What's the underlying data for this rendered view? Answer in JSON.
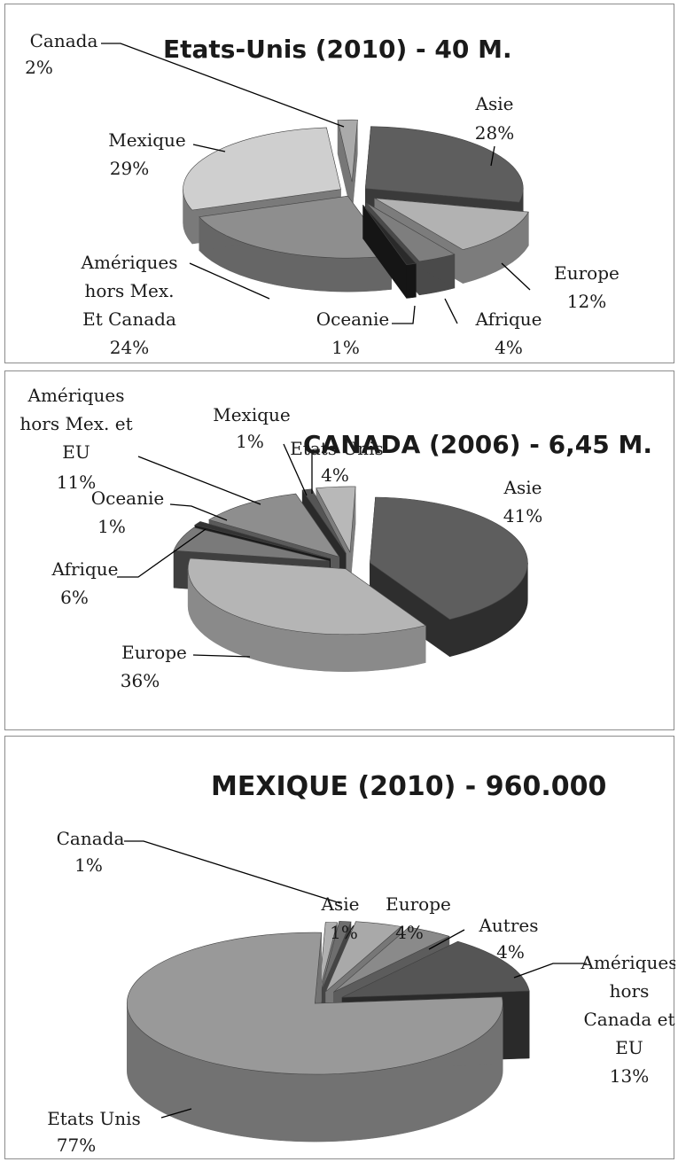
{
  "chart_data": [
    {
      "type": "pie",
      "title": "Etats-Unis (2010) - 40 M.",
      "slices": [
        {
          "label": [
            "Asie"
          ],
          "pct": "28%",
          "value": 28,
          "color": "#5e5e5e",
          "side": "#3a3a3a"
        },
        {
          "label": [
            "Europe"
          ],
          "pct": "12%",
          "value": 12,
          "color": "#b2b2b2",
          "side": "#7c7c7c"
        },
        {
          "label": [
            "Afrique"
          ],
          "pct": "4%",
          "value": 4,
          "color": "#7e7e7e",
          "side": "#4a4a4a"
        },
        {
          "label": [
            "Oceanie"
          ],
          "pct": "1%",
          "value": 1,
          "color": "#2a2a2a",
          "side": "#151515"
        },
        {
          "label": [
            "Amériques",
            "hors Mex.",
            "Et Canada"
          ],
          "pct": "24%",
          "value": 24,
          "color": "#8e8e8e",
          "side": "#666666"
        },
        {
          "label": [
            "Mexique"
          ],
          "pct": "29%",
          "value": 29,
          "color": "#cfcfcf",
          "side": "#7a7a7a"
        },
        {
          "label": [
            "Canada"
          ],
          "pct": "2%",
          "value": 2,
          "color": "#aaaaaa",
          "side": "#777777"
        }
      ]
    },
    {
      "type": "pie",
      "title": "CANADA (2006) - 6,45 M.",
      "slices": [
        {
          "label": [
            "Asie"
          ],
          "pct": "41%",
          "value": 41,
          "color": "#5e5e5e",
          "side": "#2e2e2e"
        },
        {
          "label": [
            "Europe"
          ],
          "pct": "36%",
          "value": 36,
          "color": "#b5b5b5",
          "side": "#8a8a8a"
        },
        {
          "label": [
            "Afrique"
          ],
          "pct": "6%",
          "value": 6,
          "color": "#7a7a7a",
          "side": "#3f3f3f"
        },
        {
          "label": [
            "Oceanie"
          ],
          "pct": "1%",
          "value": 1,
          "color": "#333333",
          "side": "#1a1a1a"
        },
        {
          "label": [
            "Amériques",
            "hors Mex. et",
            "EU"
          ],
          "pct": "11%",
          "value": 11,
          "color": "#8e8e8e",
          "side": "#5a5a5a"
        },
        {
          "label": [
            "Mexique"
          ],
          "pct": "1%",
          "value": 1,
          "color": "#555555",
          "side": "#2a2a2a"
        },
        {
          "label": [
            "Etats Unis"
          ],
          "pct": "4%",
          "value": 4,
          "color": "#b8b8b8",
          "side": "#7e7e7e"
        }
      ]
    },
    {
      "type": "pie",
      "title": "MEXIQUE (2010) - 960.000",
      "slices": [
        {
          "label": [
            "Canada"
          ],
          "pct": "1%",
          "value": 1,
          "color": "#b0b0b0",
          "side": "#7a7a7a"
        },
        {
          "label": [
            "Asie"
          ],
          "pct": "1%",
          "value": 1,
          "color": "#6e6e6e",
          "side": "#444444"
        },
        {
          "label": [
            "Europe"
          ],
          "pct": "4%",
          "value": 4,
          "color": "#a9a9a9",
          "side": "#777777"
        },
        {
          "label": [
            "Autres"
          ],
          "pct": "4%",
          "value": 4,
          "color": "#8a8a8a",
          "side": "#5c5c5c"
        },
        {
          "label": [
            "Amériques",
            "hors",
            "Canada et",
            "EU"
          ],
          "pct": "13%",
          "value": 13,
          "color": "#555555",
          "side": "#2a2a2a"
        },
        {
          "label": [
            "Etats Unis"
          ],
          "pct": "77%",
          "value": 77,
          "color": "#999999",
          "side": "#727272"
        }
      ]
    }
  ]
}
